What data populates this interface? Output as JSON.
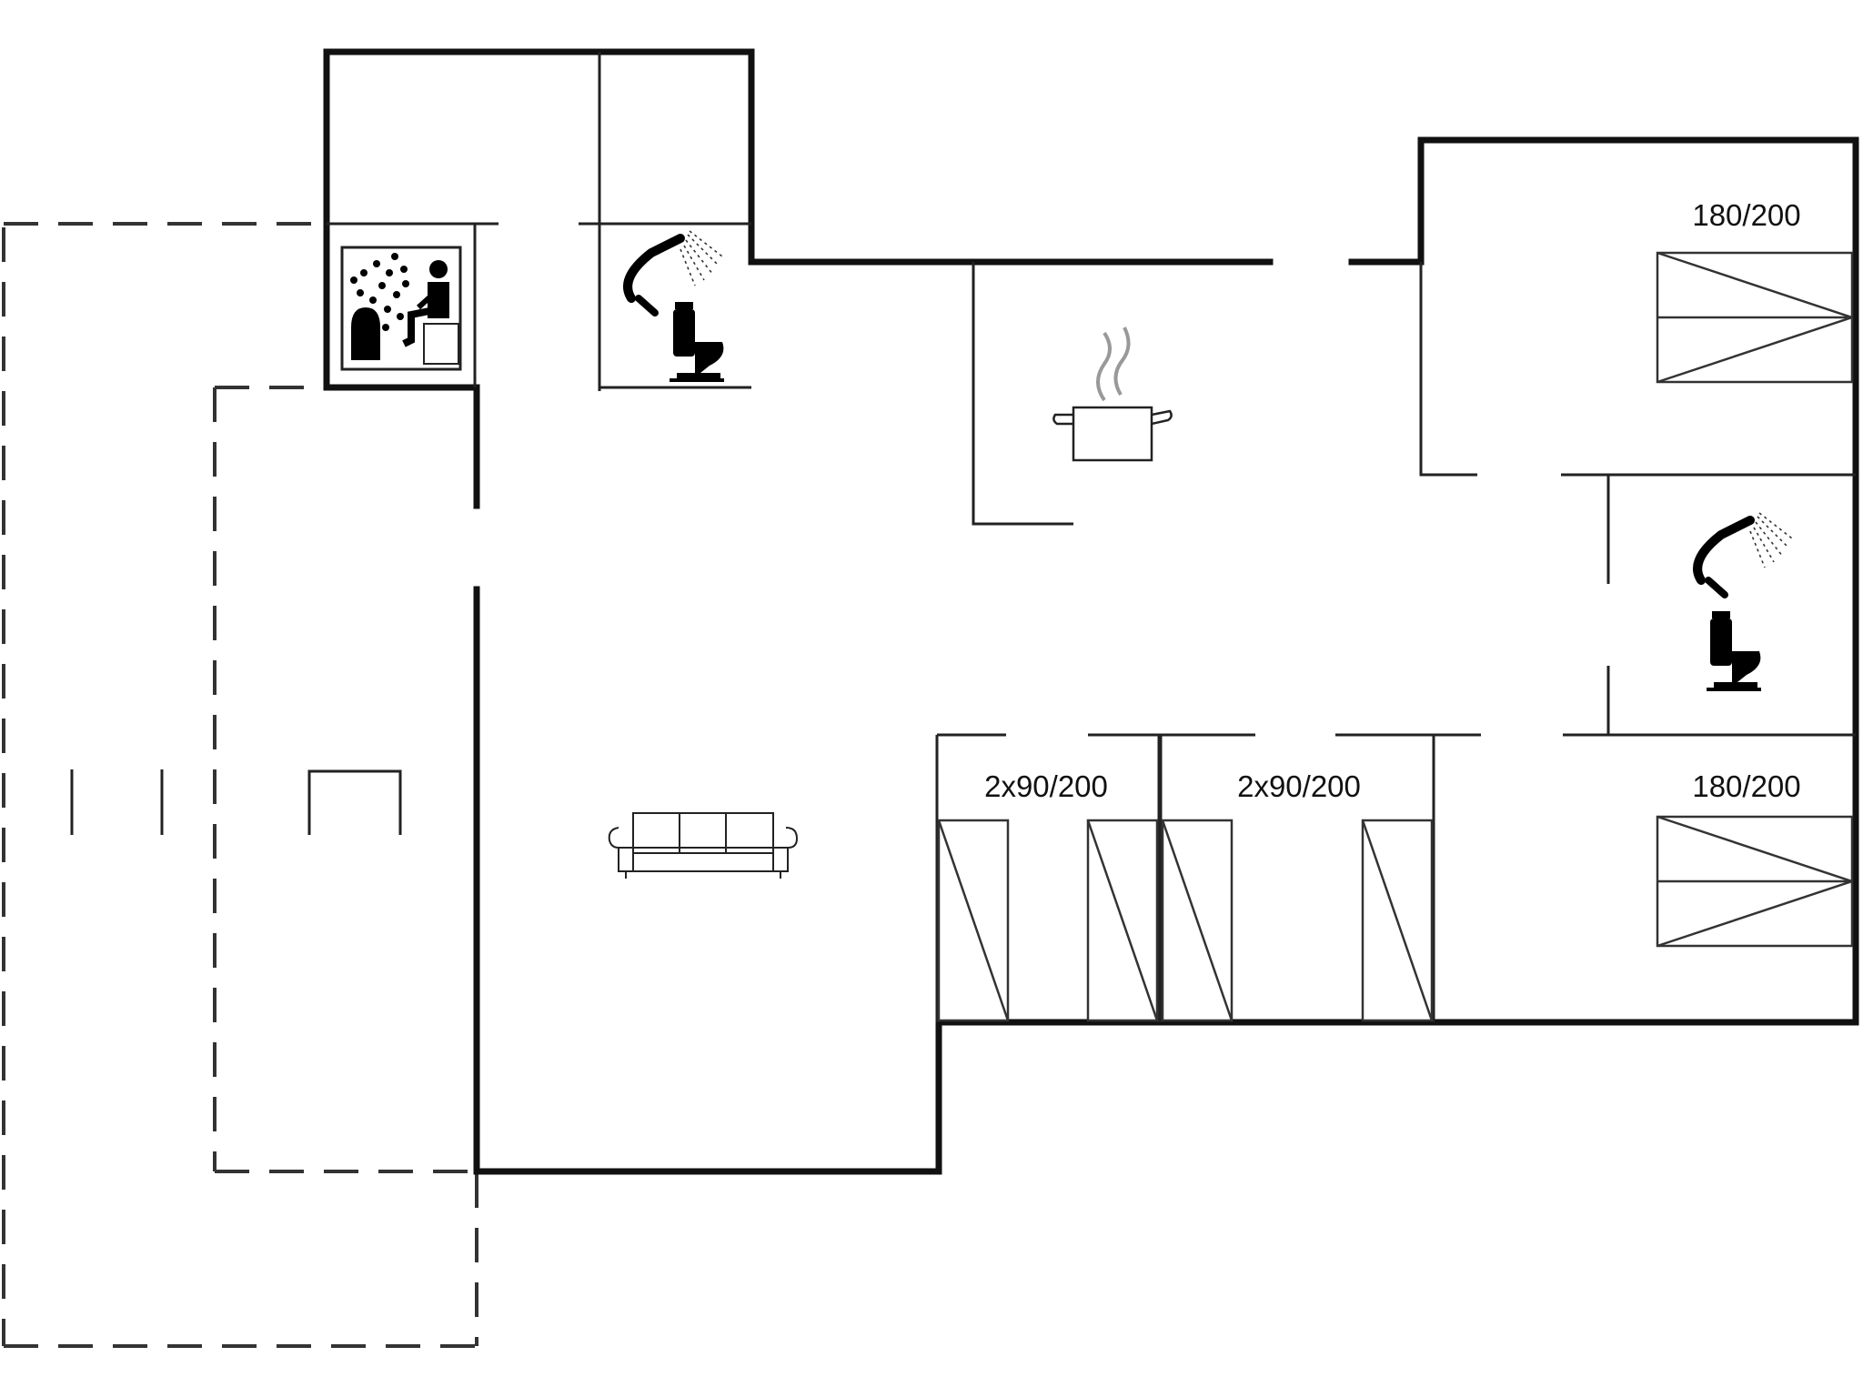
{
  "plan": {
    "beds": [
      {
        "id": "bedroom-1",
        "label": "180/200"
      },
      {
        "id": "bedroom-2",
        "label": "180/200"
      },
      {
        "id": "bunkroom-1",
        "label": "2x90/200"
      },
      {
        "id": "bunkroom-2",
        "label": "2x90/200"
      }
    ],
    "icons": {
      "sauna": "sauna-icon",
      "shower": "shower-icon",
      "toilet": "toilet-icon",
      "kitchen": "cooking-pot-icon",
      "living": "sofa-icon"
    },
    "colors": {
      "wall": "#111111",
      "background": "#ffffff"
    }
  }
}
